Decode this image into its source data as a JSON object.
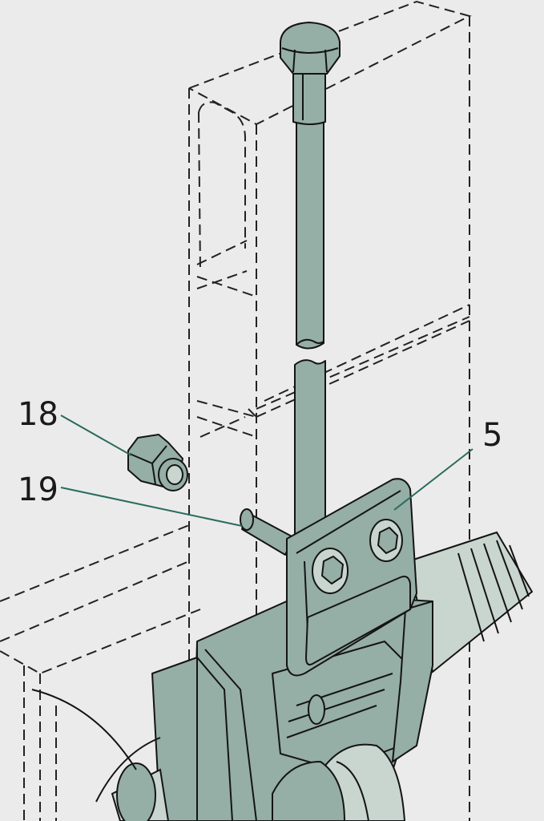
{
  "colors": {
    "background": "#ebebeb",
    "part": "#95aea6",
    "part_light": "#c9d5cf",
    "leader": "#2a6b5c",
    "line": "#141414"
  },
  "callouts": [
    {
      "id": "18",
      "label": "18"
    },
    {
      "id": "19",
      "label": "19"
    },
    {
      "id": "5",
      "label": "5"
    }
  ]
}
